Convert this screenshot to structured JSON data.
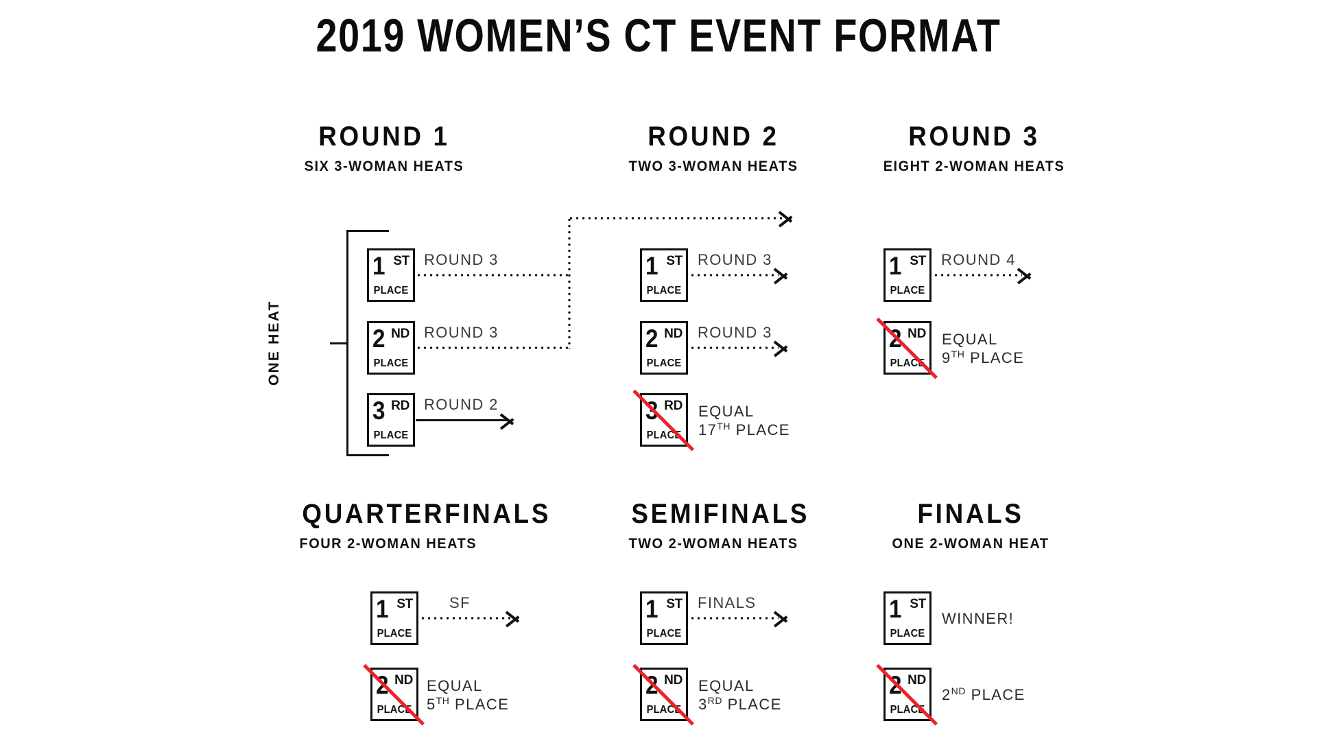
{
  "page": {
    "title": "2019 WOMEN’S CT EVENT FORMAT",
    "background_color": "#ffffff",
    "text_color": "#111111",
    "eliminated_slash_color": "#e8232a"
  },
  "bracket_label": {
    "one_heat": "ONE HEAT"
  },
  "place_labels": {
    "place_word": "PLACE",
    "first_num": "1",
    "first_ord": "ST",
    "second_num": "2",
    "second_ord": "ND",
    "third_num": "3",
    "third_ord": "RD"
  },
  "rounds": [
    {
      "id": "round-1",
      "title": "ROUND 1",
      "subtitle": "SIX 3-WOMAN HEATS",
      "slots": [
        {
          "place_num": "1",
          "place_ord": "ST",
          "place_word": "PLACE",
          "eliminated": false,
          "route": "ROUND 3",
          "outcome": null
        },
        {
          "place_num": "2",
          "place_ord": "ND",
          "place_word": "PLACE",
          "eliminated": false,
          "route": "ROUND 3",
          "outcome": null
        },
        {
          "place_num": "3",
          "place_ord": "RD",
          "place_word": "PLACE",
          "eliminated": false,
          "route": "ROUND 2",
          "outcome": null
        }
      ]
    },
    {
      "id": "round-2",
      "title": "ROUND 2",
      "subtitle": "TWO 3-WOMAN HEATS",
      "slots": [
        {
          "place_num": "1",
          "place_ord": "ST",
          "place_word": "PLACE",
          "eliminated": false,
          "route": "ROUND 3",
          "outcome": null
        },
        {
          "place_num": "2",
          "place_ord": "ND",
          "place_word": "PLACE",
          "eliminated": false,
          "route": "ROUND 3",
          "outcome": null
        },
        {
          "place_num": "3",
          "place_ord": "RD",
          "place_word": "PLACE",
          "eliminated": true,
          "route": null,
          "outcome_line1": "EQUAL",
          "outcome_line2_num": "17",
          "outcome_line2_sup": "TH",
          "outcome_line2_rest": "PLACE"
        }
      ]
    },
    {
      "id": "round-3",
      "title": "ROUND 3",
      "subtitle": "EIGHT 2-WOMAN HEATS",
      "slots": [
        {
          "place_num": "1",
          "place_ord": "ST",
          "place_word": "PLACE",
          "eliminated": false,
          "route": "ROUND 4",
          "outcome": null
        },
        {
          "place_num": "2",
          "place_ord": "ND",
          "place_word": "PLACE",
          "eliminated": true,
          "route": null,
          "outcome_line1": "EQUAL",
          "outcome_line2_num": "9",
          "outcome_line2_sup": "TH",
          "outcome_line2_rest": "PLACE"
        }
      ]
    },
    {
      "id": "quarterfinals",
      "title": "QUARTERFINALS",
      "subtitle": "FOUR 2-WOMAN HEATS",
      "slots": [
        {
          "place_num": "1",
          "place_ord": "ST",
          "place_word": "PLACE",
          "eliminated": false,
          "route": "SF",
          "outcome": null
        },
        {
          "place_num": "2",
          "place_ord": "ND",
          "place_word": "PLACE",
          "eliminated": true,
          "route": null,
          "outcome_line1": "EQUAL",
          "outcome_line2_num": "5",
          "outcome_line2_sup": "TH",
          "outcome_line2_rest": "PLACE"
        }
      ]
    },
    {
      "id": "semifinals",
      "title": "SEMIFINALS",
      "subtitle": "TWO 2-WOMAN HEATS",
      "slots": [
        {
          "place_num": "1",
          "place_ord": "ST",
          "place_word": "PLACE",
          "eliminated": false,
          "route": "FINALS",
          "outcome": null
        },
        {
          "place_num": "2",
          "place_ord": "ND",
          "place_word": "PLACE",
          "eliminated": true,
          "route": null,
          "outcome_line1": "EQUAL",
          "outcome_line2_num": "3",
          "outcome_line2_sup": "RD",
          "outcome_line2_rest": "PLACE"
        }
      ]
    },
    {
      "id": "finals",
      "title": "FINALS",
      "subtitle": "ONE 2-WOMAN HEAT",
      "slots": [
        {
          "place_num": "1",
          "place_ord": "ST",
          "place_word": "PLACE",
          "eliminated": false,
          "route": null,
          "outcome_line1": "WINNER!"
        },
        {
          "place_num": "2",
          "place_ord": "ND",
          "place_word": "PLACE",
          "eliminated": true,
          "route": null,
          "outcome_line1_num": "2",
          "outcome_line1_sup": "ND",
          "outcome_line1_rest": "PLACE"
        }
      ]
    }
  ]
}
